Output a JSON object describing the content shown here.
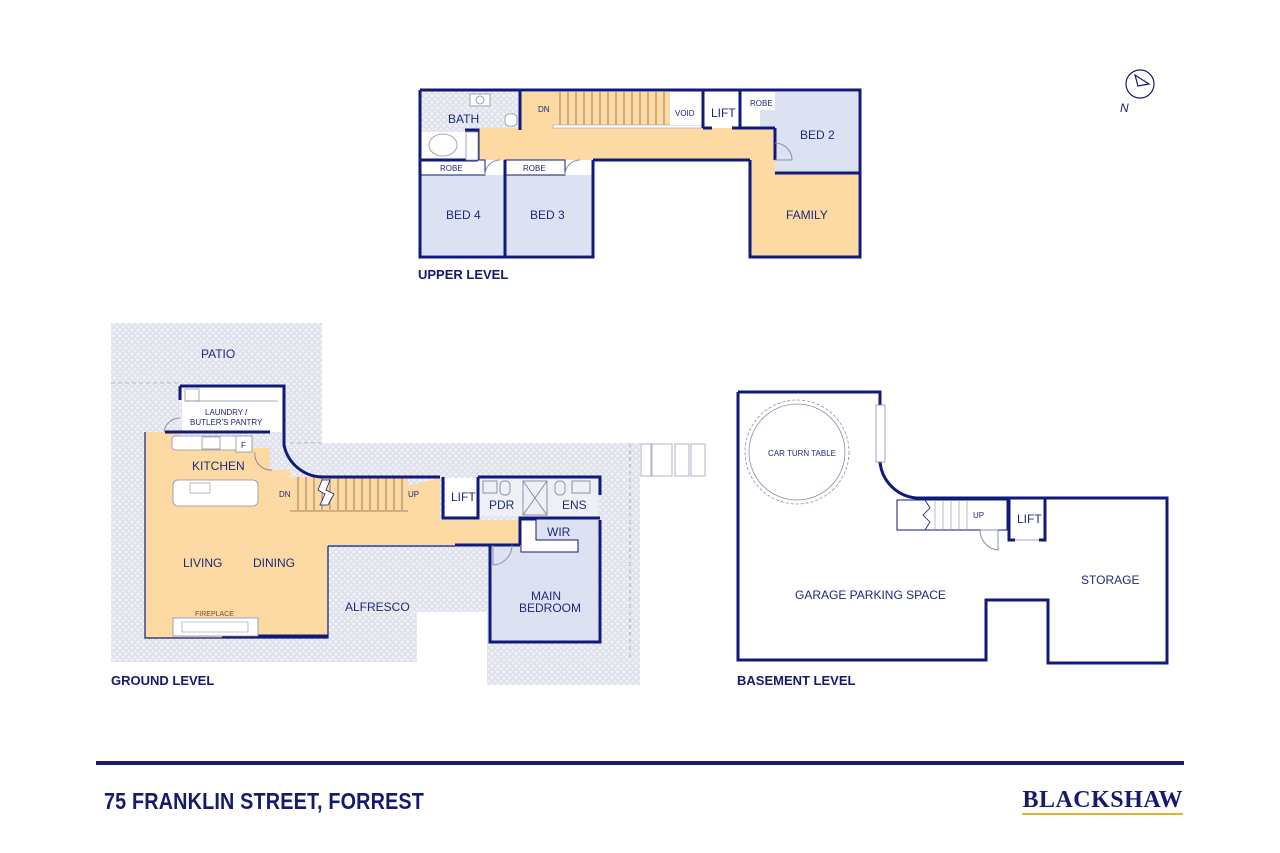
{
  "document": {
    "type": "floor plan",
    "address": "75 FRANKLIN STREET, FORREST",
    "brand": "BLACKSHAW",
    "colors": {
      "wall": "#0f1a7a",
      "living_fill": "#fdd9a3",
      "bedroom_fill": "#dde2f3",
      "paving_fill": "#eef0f6",
      "text": "#1e2a78",
      "brand_underline": "#e6b422"
    },
    "compass": {
      "label": "N",
      "icon": "north-arrow-icon"
    }
  },
  "levels": {
    "upper": {
      "title": "UPPER LEVEL",
      "rooms": {
        "bath": "BATH",
        "robe_bed4": "ROBE",
        "robe_bed3": "ROBE",
        "robe_bed2": "ROBE",
        "bed4": "BED 4",
        "bed3": "BED 3",
        "bed2": "BED 2",
        "family": "FAMILY",
        "void": "VOID",
        "lift": "LIFT",
        "stair_dn": "DN"
      }
    },
    "ground": {
      "title": "GROUND LEVEL",
      "rooms": {
        "patio": "PATIO",
        "laundry_line1": "LAUNDRY /",
        "laundry_line2": "BUTLER'S PANTRY",
        "kitchen": "KITCHEN",
        "living": "LIVING",
        "dining": "DINING",
        "fireplace": "FIREPLACE",
        "alfresco": "ALFRESCO",
        "lift": "LIFT",
        "pdr": "PDR",
        "ens": "ENS",
        "wir": "WIR",
        "main_bedroom_line1": "MAIN",
        "main_bedroom_line2": "BEDROOM",
        "stair_dn": "DN",
        "stair_up": "UP",
        "fridge": "F"
      }
    },
    "basement": {
      "title": "BASEMENT LEVEL",
      "rooms": {
        "turntable": "CAR TURN TABLE",
        "garage": "GARAGE PARKING SPACE",
        "storage": "STORAGE",
        "lift": "LIFT",
        "stair_up": "UP"
      }
    }
  }
}
